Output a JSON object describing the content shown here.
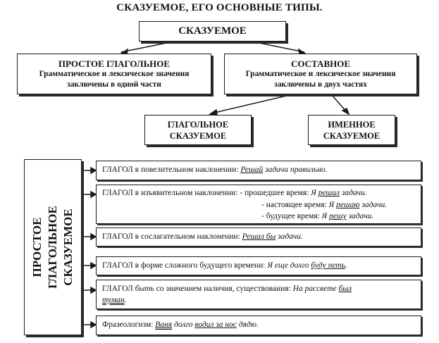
{
  "title": "СКАЗУЕМОЕ, ЕГО ОСНОВНЫЕ ТИПЫ.",
  "root": "СКАЗУЕМОЕ",
  "simple": {
    "head": "ПРОСТОЕ  ГЛАГОЛЬНОЕ",
    "line1": "Грамматическое  и лексическое значения",
    "line2": "заключены в одной части"
  },
  "compound": {
    "head": "СОСТАВНОЕ",
    "line1": "Грамматическое  и лексическое значения",
    "line2": "заключены в двух частях"
  },
  "verbal": {
    "line1": "ГЛАГОЛЬНОЕ",
    "line2": "СКАЗУЕМОЕ"
  },
  "nominal": {
    "line1": "ИМЕННОЕ",
    "line2": "СКАЗУЕМОЕ"
  },
  "vertical": {
    "line1": "ПРОСТОЕ",
    "line2": "ГЛАГОЛЬНОЕ",
    "line3": "СКАЗУЕМОЕ"
  },
  "items": [
    {
      "text": "ГЛАГОЛ в повелительном наклонении: ",
      "ex_u": "Решай",
      "ex_rest": " задачи правильно."
    },
    {
      "text": "ГЛАГОЛ в изъявительном наклонении: - прошедшее время: ",
      "ex1_pre": "Я ",
      "ex1_u": "решил",
      "ex1_post": " задачи.",
      "line2": "- настоящее время: ",
      "ex2_pre": "Я ",
      "ex2_u": "решаю",
      "ex2_post": " задачи.",
      "line3": "- будущее время: ",
      "ex3_pre": "Я ",
      "ex3_u": "решу",
      "ex3_post": " задачи."
    },
    {
      "text": "ГЛАГОЛ в сослагательном наклонении: ",
      "ex_u": "Решал бы",
      "ex_rest": " задачи."
    },
    {
      "text": "ГЛАГОЛ в форме сложного будущего времени: ",
      "ex_pre": "Я еще долго ",
      "ex_u": "буду петь",
      "ex_rest": "."
    },
    {
      "text_pre": "ГЛАГОЛ ",
      "text_it": "быть",
      "text": " со значением наличия, существования: ",
      "ex_pre": "На  рассвете  ",
      "ex_u": "был",
      "line2_u": "туман",
      "line2_rest": "."
    },
    {
      "text": "Фразеологизм: ",
      "ex_pre": "Ваня",
      "ex_mid": " долго ",
      "ex_u": "водил за нос",
      "ex_rest": " дядю."
    }
  ]
}
